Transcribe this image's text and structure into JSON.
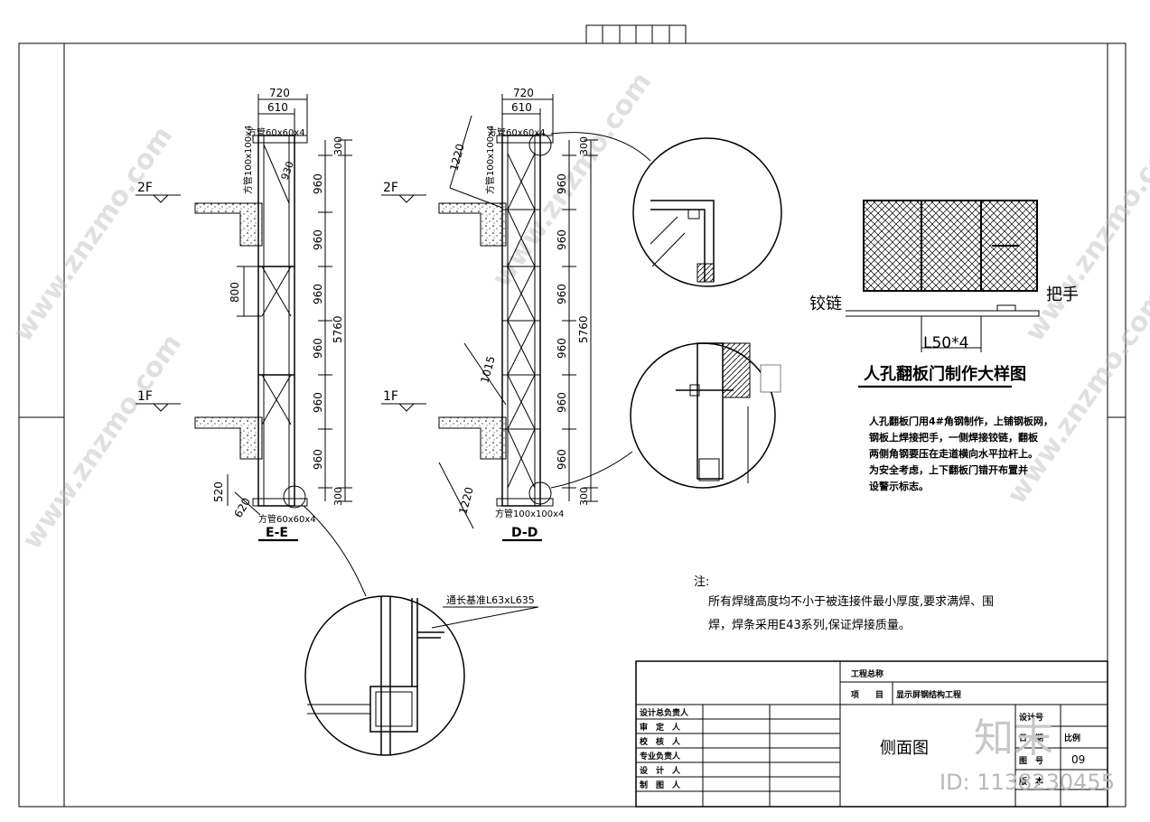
{
  "section_ee": {
    "title": "E-E",
    "dim_top_outer": "720",
    "dim_top_inner": "610",
    "top_member": "方管60x60x4",
    "post_member": "方管100x100x4",
    "diag_dim": "930",
    "bay_dims": [
      "960",
      "960",
      "960",
      "960",
      "960",
      "960"
    ],
    "end_dim_top": "300",
    "end_dim_bottom": "300",
    "total_dim": "5760",
    "mid_dim": "800",
    "bottom_dim_a": "520",
    "bottom_dim_b": "620",
    "bottom_member": "方管60x60x4",
    "floor_2": "2F",
    "floor_1": "1F"
  },
  "section_dd": {
    "title": "D-D",
    "dim_top_outer": "720",
    "dim_top_inner": "610",
    "top_member": "方管60x60x4",
    "post_member": "方管100x100x4",
    "diag_dim_top": "1220",
    "diag_dim_mid": "1015",
    "diag_dim_bottom": "1220",
    "bay_dims": [
      "960",
      "960",
      "960",
      "960",
      "960",
      "960"
    ],
    "end_dim_top": "300",
    "end_dim_bottom": "300",
    "total_dim": "5760",
    "bottom_member": "方管100x100x4",
    "floor_2": "2F",
    "floor_1": "1F"
  },
  "detail_circle": {
    "label": "通长基准L63xL635"
  },
  "hatch_door": {
    "hinge_label": "铰链",
    "handle_label": "把手",
    "angle_label": "L50*4",
    "title": "人孔翻板门制作大样图",
    "notes": [
      "人孔翻板门用4#角钢制作，上铺钢板网，",
      "钢板上焊接把手，一侧焊接铰链，翻板",
      "两侧角钢要压在走道横向水平拉杆上。",
      "为安全考虑，上下翻板门错开布置并",
      "设警示标志。"
    ]
  },
  "notes": {
    "heading": "注:",
    "lines": [
      "所有焊缝高度均不小于被连接件最小厚度,要求满焊、围",
      "焊，焊条采用E43系列,保证焊接质量。"
    ]
  },
  "title_block": {
    "project_name_label": "工程总称",
    "item_label": "项　　目",
    "item_value": "显示屏钢结构工程",
    "roles": [
      "设计总负责人",
      "审　定　人",
      "校　核　人",
      "专业负责人",
      "设　计　人",
      "制　图　人"
    ],
    "drawing_title": "侧面图",
    "design_no_label": "设计号",
    "date_label": "日　期",
    "scale_label": "比例",
    "sheet_no_label": "图　号",
    "sheet_no": "09",
    "revision_label": "版　本"
  },
  "watermark": {
    "site": "www.znzmo.com",
    "brand": "知末",
    "id": "ID: 1138230455"
  }
}
